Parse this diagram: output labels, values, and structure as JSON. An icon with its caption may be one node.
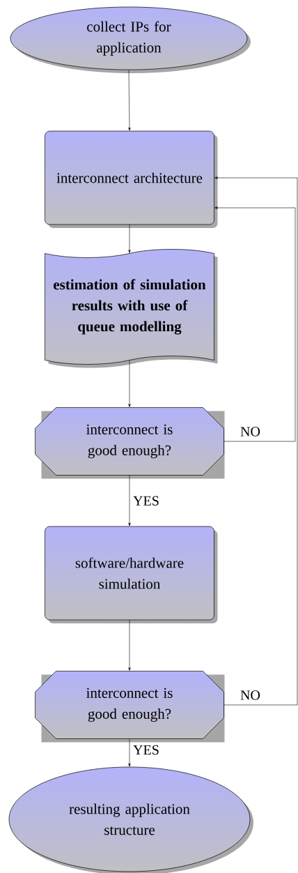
{
  "diagram": {
    "nodes": [
      {
        "text": [
          "collect IPs for application"
        ]
      },
      {
        "text": [
          "interconnect architecture"
        ]
      },
      {
        "text": [
          "estimation of simulation results with use of queue modelling"
        ]
      },
      {
        "text": [
          "interconnect is good enough?"
        ]
      },
      {
        "text": [
          "software/hardware simulation"
        ]
      },
      {
        "text": [
          "interconnect is good enough?"
        ]
      },
      {
        "text": [
          "resulting application structure"
        ]
      }
    ],
    "edges": [
      {
        "from": 0,
        "to": 1,
        "arrow": "to"
      },
      {
        "from": 1,
        "to": 2,
        "arrow": "to"
      },
      {
        "from": 2,
        "to": 3,
        "arrow": "to"
      },
      {
        "from": 3,
        "to": 4,
        "arrow": "to",
        "label": "YES"
      },
      {
        "from": 3,
        "to": 1,
        "arrow": "to",
        "label": "NO"
      },
      {
        "from": 4,
        "to": 5,
        "arrow": "to"
      },
      {
        "from": 5,
        "to": 6,
        "arrow": "to",
        "label": "YES"
      },
      {
        "from": 5,
        "to": 1,
        "arrow": "to",
        "label": "NO"
      }
    ]
  }
}
